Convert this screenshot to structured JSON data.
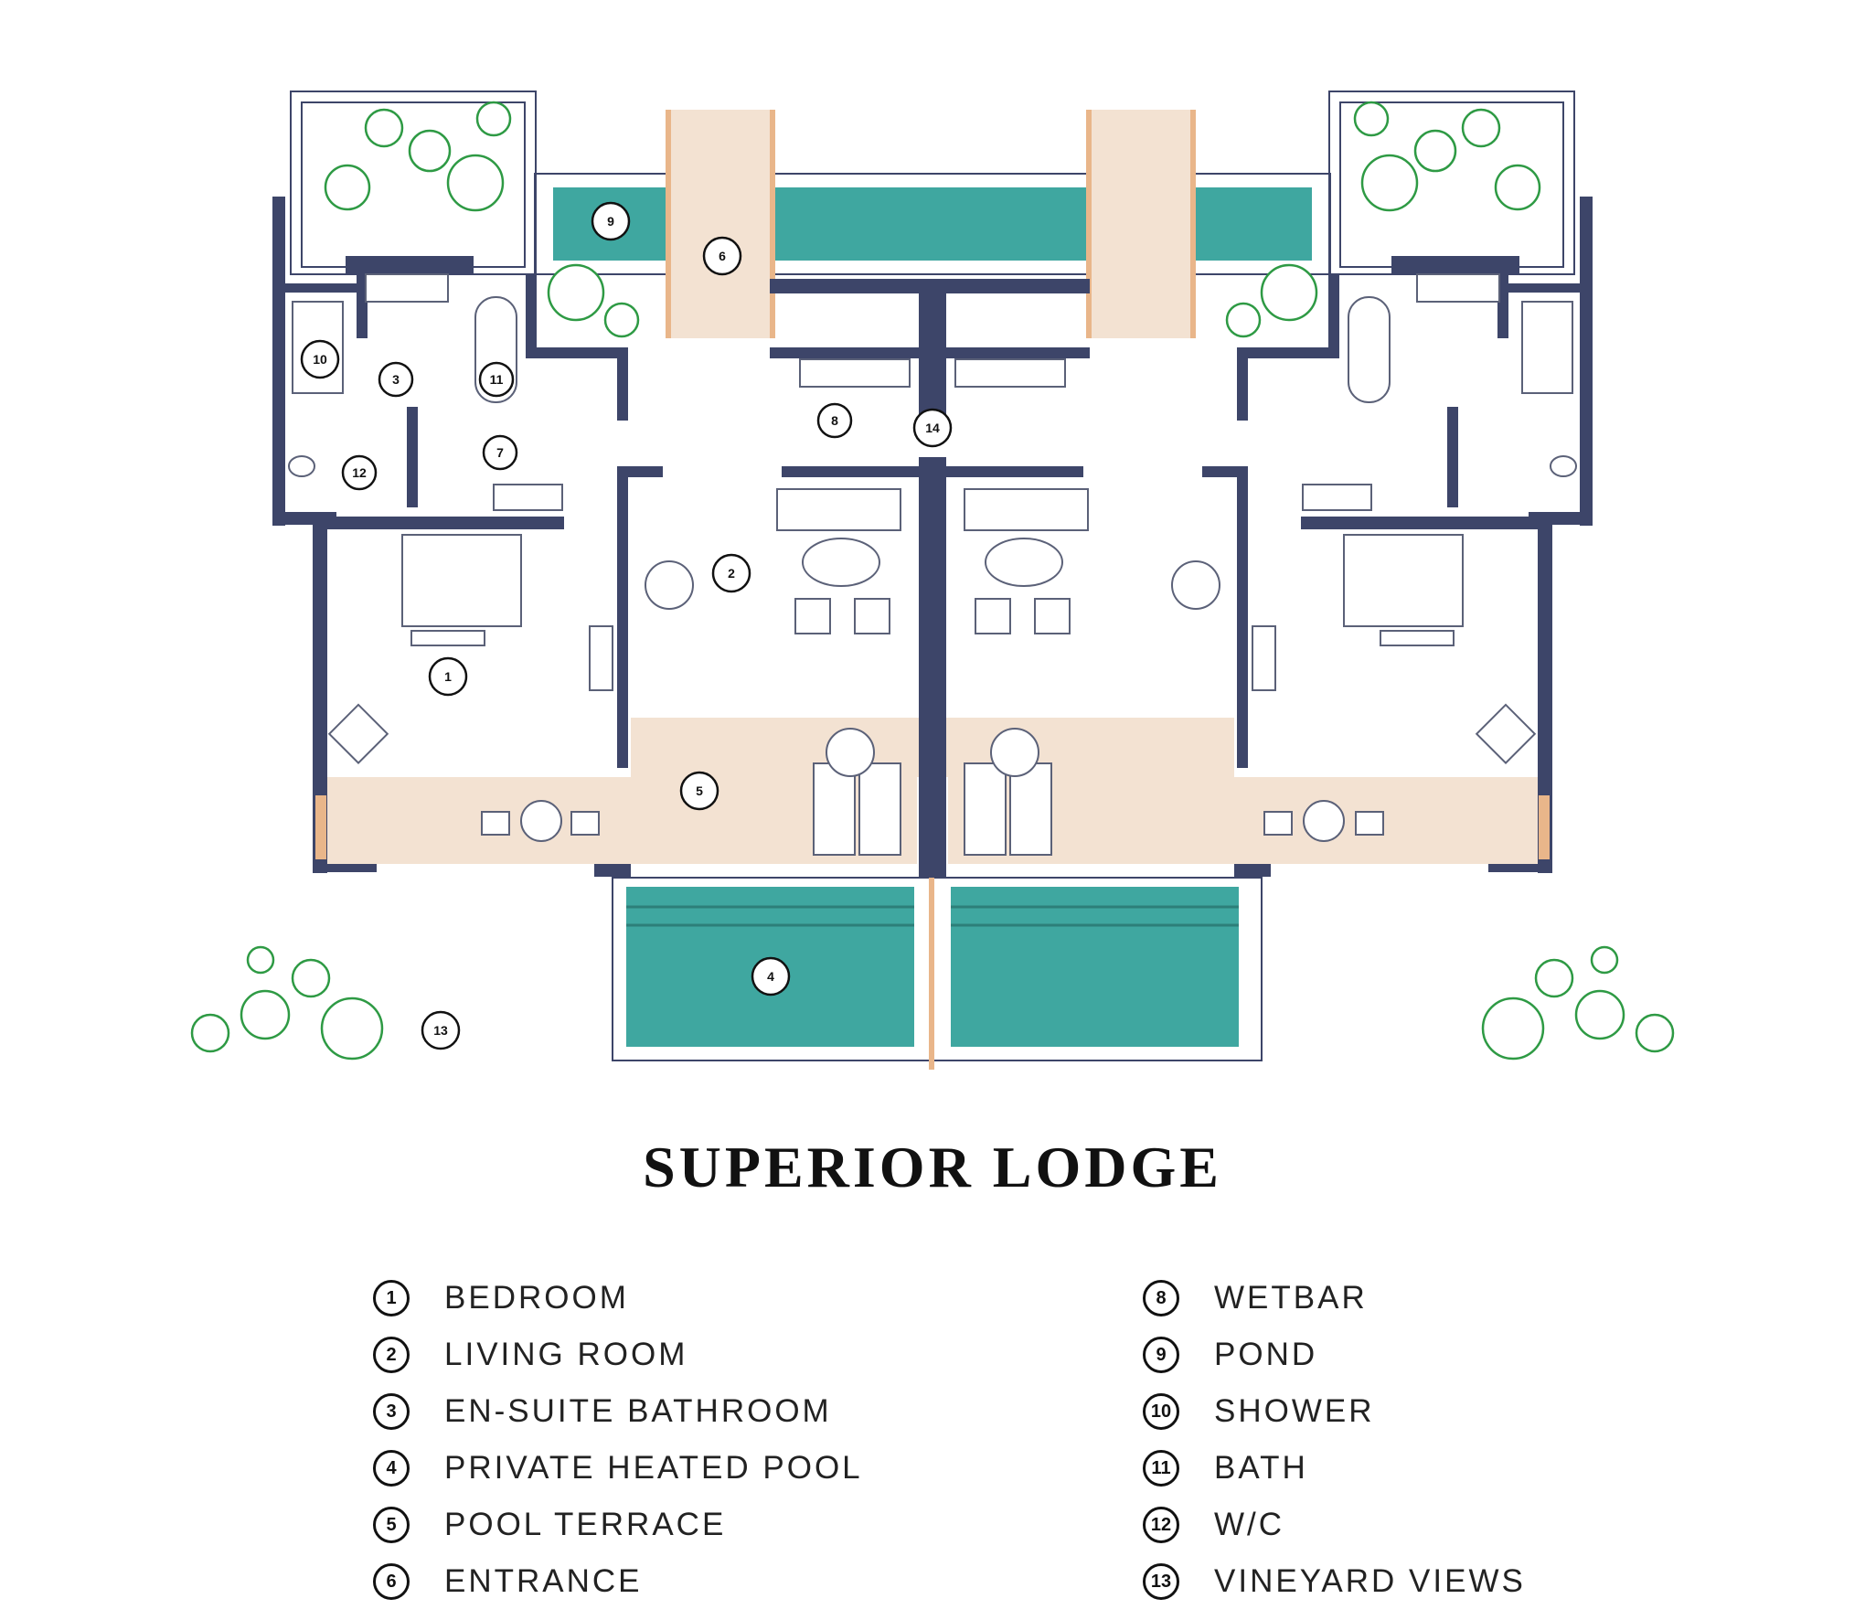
{
  "title": "SUPERIOR LODGE",
  "colors": {
    "wall": "#3d4569",
    "pool": "#3fa7a0",
    "deck": "#f3e2d2",
    "plant": "#2e9a44"
  },
  "legend_left": [
    {
      "num": "1",
      "label": "BEDROOM"
    },
    {
      "num": "2",
      "label": "LIVING ROOM"
    },
    {
      "num": "3",
      "label": "EN-SUITE BATHROOM"
    },
    {
      "num": "4",
      "label": "PRIVATE HEATED POOL"
    },
    {
      "num": "5",
      "label": "POOL TERRACE"
    },
    {
      "num": "6",
      "label": "ENTRANCE"
    }
  ],
  "legend_right": [
    {
      "num": "8",
      "label": "WETBAR"
    },
    {
      "num": "9",
      "label": "POND"
    },
    {
      "num": "10",
      "label": "SHOWER"
    },
    {
      "num": "11",
      "label": "BATH"
    },
    {
      "num": "12",
      "label": "W/C"
    },
    {
      "num": "13",
      "label": "VINEYARD VIEWS"
    }
  ],
  "plan_markers": [
    "1",
    "2",
    "3",
    "4",
    "5",
    "6",
    "7",
    "8",
    "9",
    "10",
    "11",
    "12",
    "13",
    "14"
  ]
}
